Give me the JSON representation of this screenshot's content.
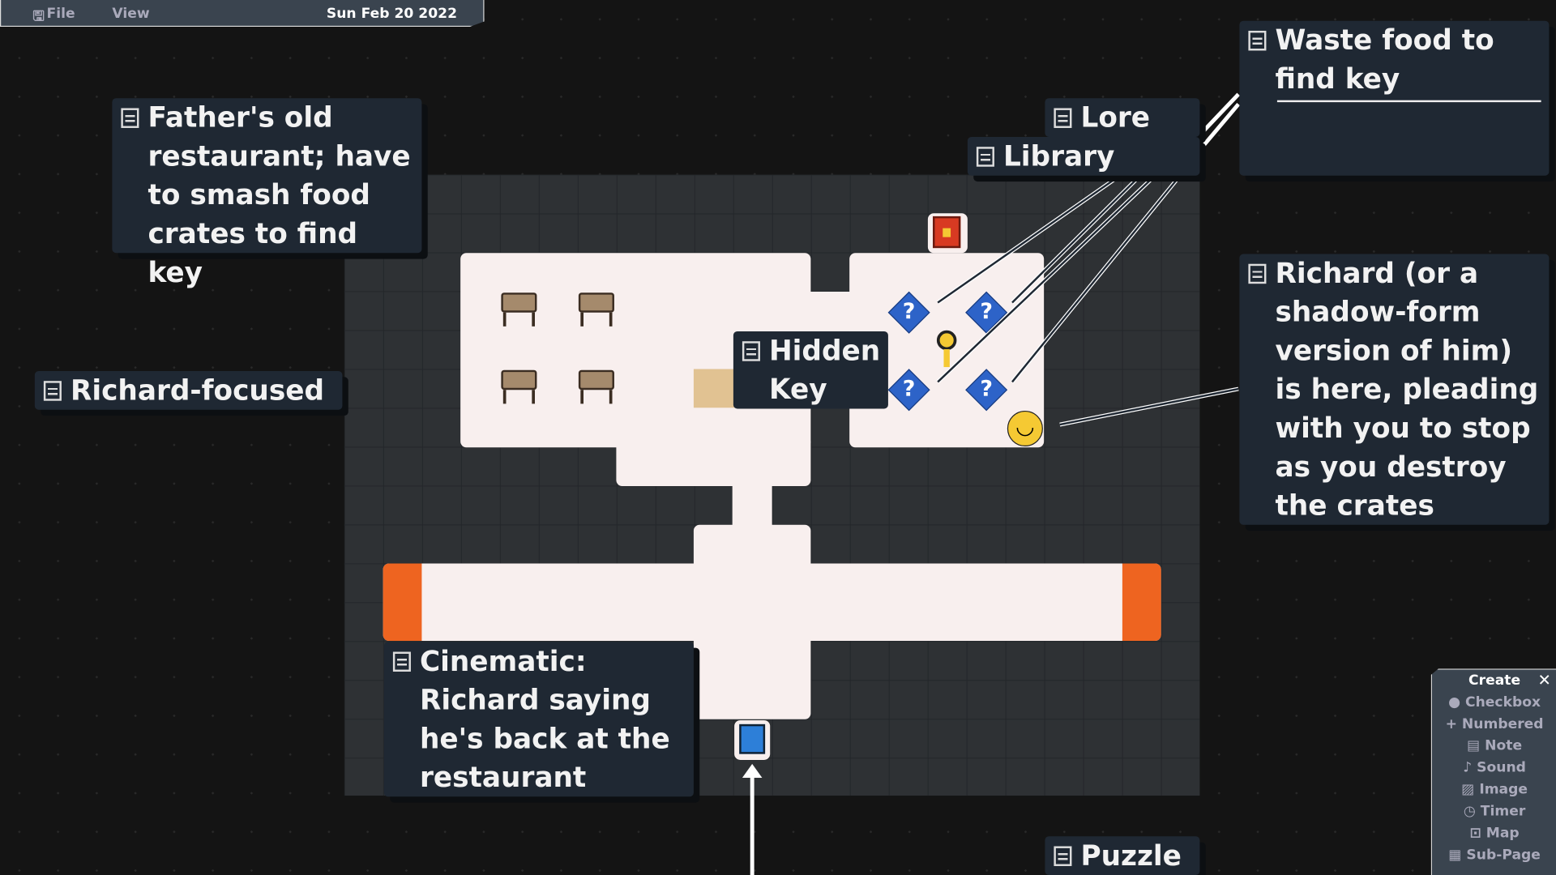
{
  "menubar": {
    "file": "File",
    "view": "View",
    "date": "Sun Feb 20 2022",
    "file_icon": "floppy-disk-icon"
  },
  "notes": {
    "father": "Father's old restaurant; have to smash food crates to find key",
    "richard_focused": "Richard-focused",
    "lore": "Lore",
    "library": "Library",
    "waste": "Waste food to find key",
    "richard": "Richard (or a shadow-form version of him) is here, pleading with you to stop as you destroy the crates",
    "hidden_key": "Hidden Key",
    "cinematic": "Cinematic: Richard saying he's back at the restaurant",
    "puzzle": "Puzzle"
  },
  "map": {
    "question_mark": "?",
    "colors": {
      "room": "#f8efee",
      "note": "#1f2833",
      "door_orange": "#ee6420",
      "crate_blue": "#2d63c8",
      "key": "#f5c933"
    }
  },
  "create_panel": {
    "title": "Create",
    "close": "✕",
    "items": [
      {
        "icon": "●",
        "label": "Checkbox"
      },
      {
        "icon": "+",
        "label": "Numbered"
      },
      {
        "icon": "▤",
        "label": "Note"
      },
      {
        "icon": "♪",
        "label": "Sound"
      },
      {
        "icon": "▨",
        "label": "Image"
      },
      {
        "icon": "◷",
        "label": "Timer"
      },
      {
        "icon": "⊡",
        "label": "Map"
      },
      {
        "icon": "▦",
        "label": "Sub-Page"
      }
    ]
  }
}
